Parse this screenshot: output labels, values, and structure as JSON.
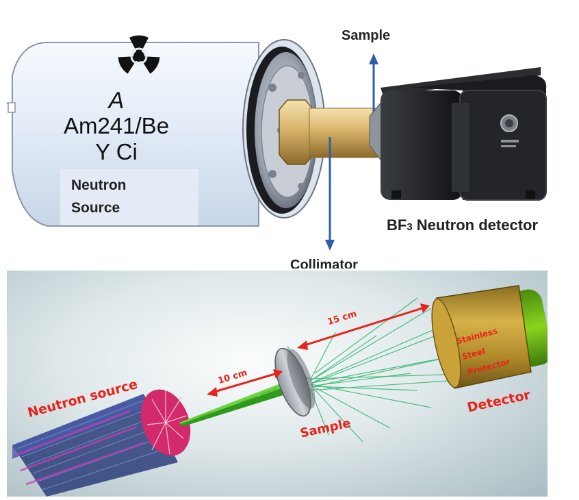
{
  "top": {
    "isotope_letter": "A",
    "isotope_name": "Am241/Be",
    "activity": "Y Ci",
    "source_box_line1": "Neutron",
    "source_box_line2": "Source",
    "sample_label": "Sample",
    "detector_label_prefix": "BF",
    "detector_label_subscript": "3",
    "detector_label_suffix": " Neutron detector",
    "collimator_label": "Collimator"
  },
  "bottom": {
    "distance_source_sample": "10 cm",
    "distance_sample_detector": "15 cm",
    "neutron_source_label": "Neutron source",
    "sample_label": "Sample",
    "detector_label": "Detector",
    "protector_line1": "Stainless",
    "protector_line2": "Steel",
    "protector_line3": "Protector"
  },
  "colors": {
    "arrow_blue": "#2f5ea8",
    "label_red": "#e8231b",
    "track_green": "#22b060",
    "detector_gold": "#c9a23a"
  }
}
